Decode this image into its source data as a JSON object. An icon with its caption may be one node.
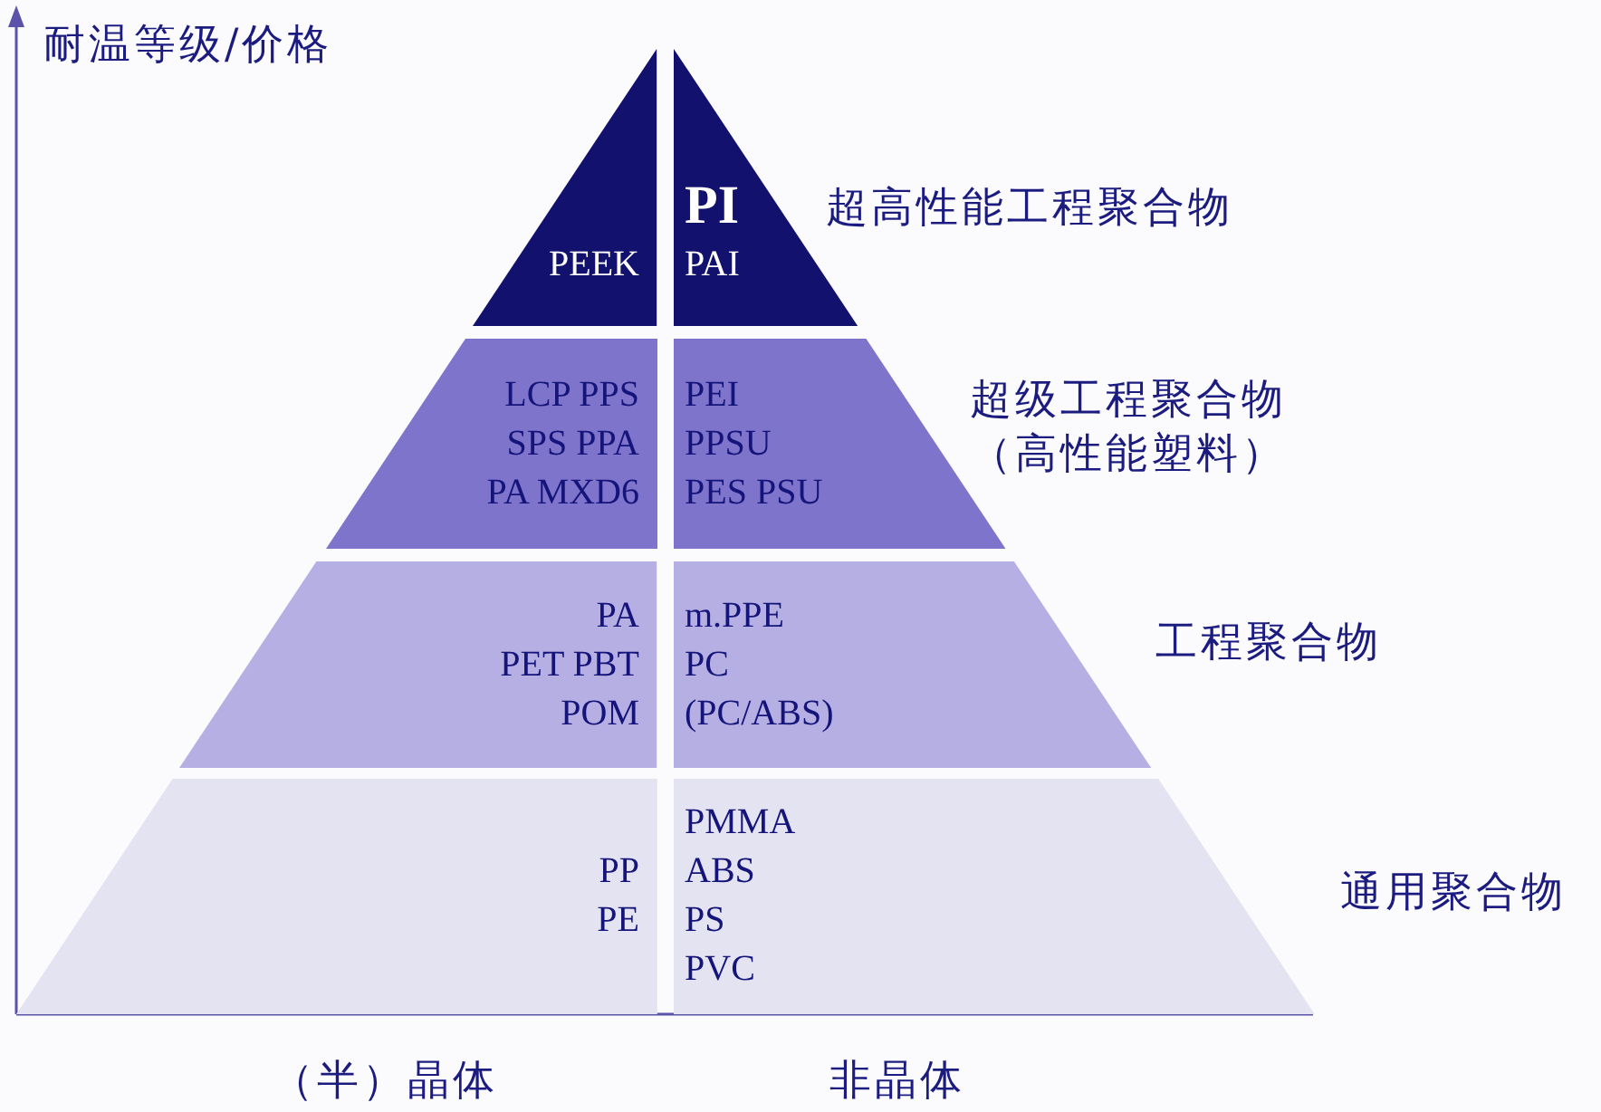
{
  "diagram": {
    "nodes": [
      {
        "text": [
          "PEEK"
        ]
      },
      {
        "text": [
          "PI",
          "PAI"
        ]
      },
      {
        "text": [
          "LCP PPS",
          "SPS PPA",
          "PA MXD6"
        ]
      },
      {
        "text": [
          "PEI",
          "PPSU",
          "PES PSU"
        ]
      },
      {
        "text": [
          "PA",
          "PET PBT",
          "POM"
        ]
      },
      {
        "text": [
          "m.PPE",
          "PC",
          "(PC/ABS)"
        ]
      },
      {
        "text": [
          "PP",
          "PE"
        ]
      },
      {
        "text": [
          "PMMA",
          "ABS",
          "PS",
          "PVC"
        ]
      }
    ],
    "labels": [
      "耐温等级/价格",
      "超高性能工程聚合物",
      "超级工程聚合物（高性能塑料）",
      "工程聚合物",
      "通用聚合物",
      "（半）晶体",
      "非晶体"
    ]
  }
}
